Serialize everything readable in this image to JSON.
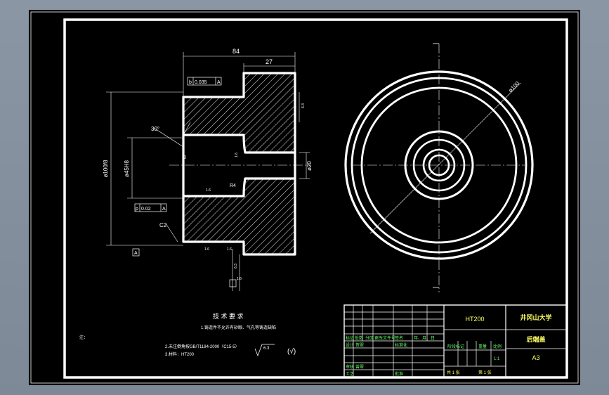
{
  "dims": {
    "overall_length": "84",
    "flange_length": "27",
    "outer_dia": "ø100f8",
    "bore_dia": "ø45H8",
    "small_bore": "ø20",
    "large_dia": "ø100",
    "chamfer": "C2",
    "angle": "30°",
    "fillet": "R4",
    "depth": "3",
    "rough_1": "6.3",
    "rough_2": "1.6",
    "rough_3": "1.6",
    "rough_4": "1.6",
    "rough_5": "1.6",
    "rough_6": "6.3",
    "rough_7": "1.6"
  },
  "tolerances": {
    "runout_symbol": "b",
    "runout_value": "0.035",
    "runout_datum": "A",
    "perp_symbol": "p",
    "perp_value": "0.02",
    "perp_datum": "A",
    "datum_a": "A",
    "datum_b": "A"
  },
  "tech_req": {
    "title": "技 术 要 求",
    "line1": "1.铸造件不允许有砂眼、气孔等铸造缺陷",
    "line2": "2.未注倒角按GB/T1184-2000（C15-5）",
    "line3": "3.材料：HT200",
    "note": "注：",
    "rough_sym": "6.3",
    "rough_paren": "(√)"
  },
  "title_block": {
    "material": "HT200",
    "university": "井冈山大学",
    "part_name": "后端盖",
    "mark": "A3",
    "hdr_biaoji": "标记",
    "hdr_chushu": "处数",
    "hdr_fenqu": "分区",
    "hdr_gaiwenjian": "更改文件号",
    "hdr_qianming": "签名",
    "hdr_date": "年、月、日",
    "designer": "设计",
    "designer_name": "贺翠",
    "standardize": "标准化",
    "stage_mark": "阶段标记",
    "weight": "重量",
    "ratio": "比例",
    "ratio_value": "1:1",
    "review": "审核",
    "review_name": "曾翠",
    "process": "工艺",
    "approve": "批准",
    "sheets": "共  1  张",
    "sheet_no": "第  1  张"
  }
}
